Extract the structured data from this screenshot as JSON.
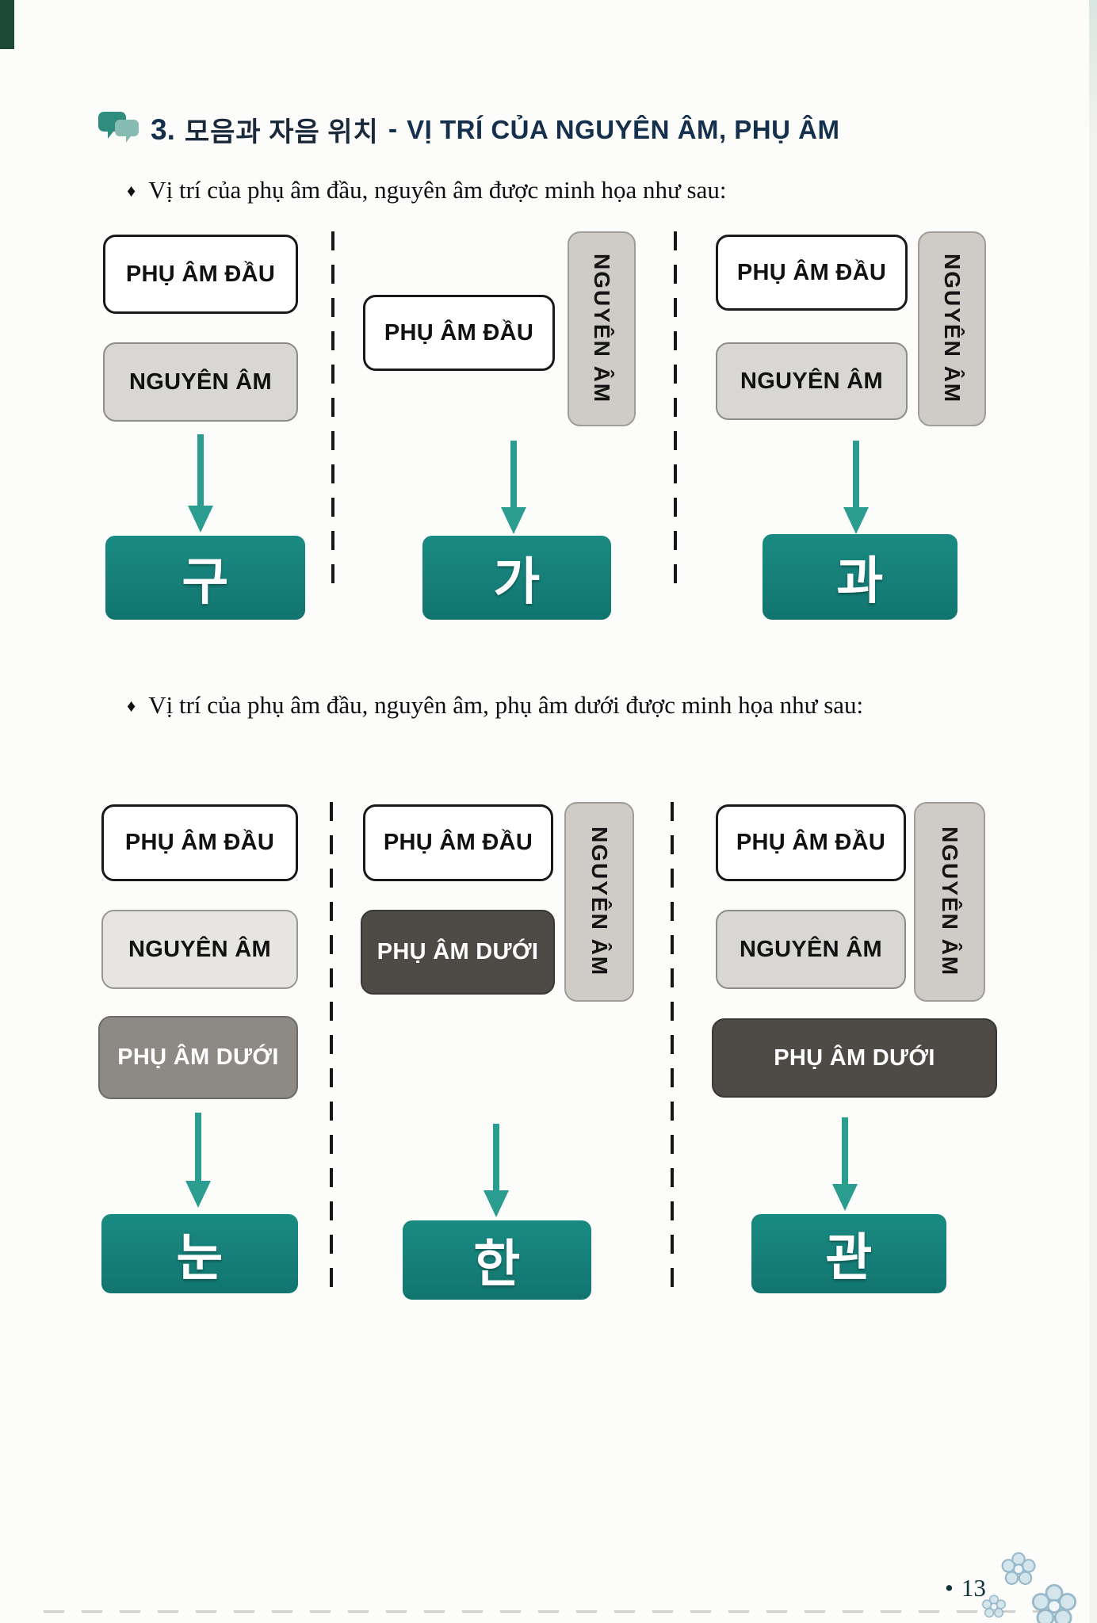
{
  "header": {
    "number": "3.",
    "korean_title": "모음과 자음 위치",
    "separator": "-",
    "vietnamese_title": "VỊ TRÍ CỦA NGUYÊN ÂM, PHỤ ÂM"
  },
  "bullets": {
    "marker": "♦",
    "first": "Vị trí của phụ âm đầu, nguyên âm được minh họa như sau:",
    "second": "Vị trí của phụ âm đầu, nguyên âm, phụ âm dưới được minh họa như sau:"
  },
  "labels": {
    "initial_consonant": "PHỤ ÂM ĐẦU",
    "vowel": "NGUYÊN ÂM",
    "final_consonant": "PHỤ ÂM DƯỚI"
  },
  "row1": {
    "syllables": [
      "구",
      "가",
      "과"
    ]
  },
  "row2": {
    "syllables": [
      "눈",
      "한",
      "관"
    ]
  },
  "footer": {
    "page_marker": "•",
    "page_number": "13"
  },
  "colors": {
    "result_teal": "#15807a",
    "arrow_teal": "#2a9c90",
    "light_gray_box": "#d9d7d3",
    "pale_gray_box": "#e7e5e2",
    "vertical_gray_box": "#cfccc7",
    "medium_gray_box": "#8d8a85",
    "dark_gray_box": "#4e4b47",
    "heading_navy": "#15304d"
  }
}
